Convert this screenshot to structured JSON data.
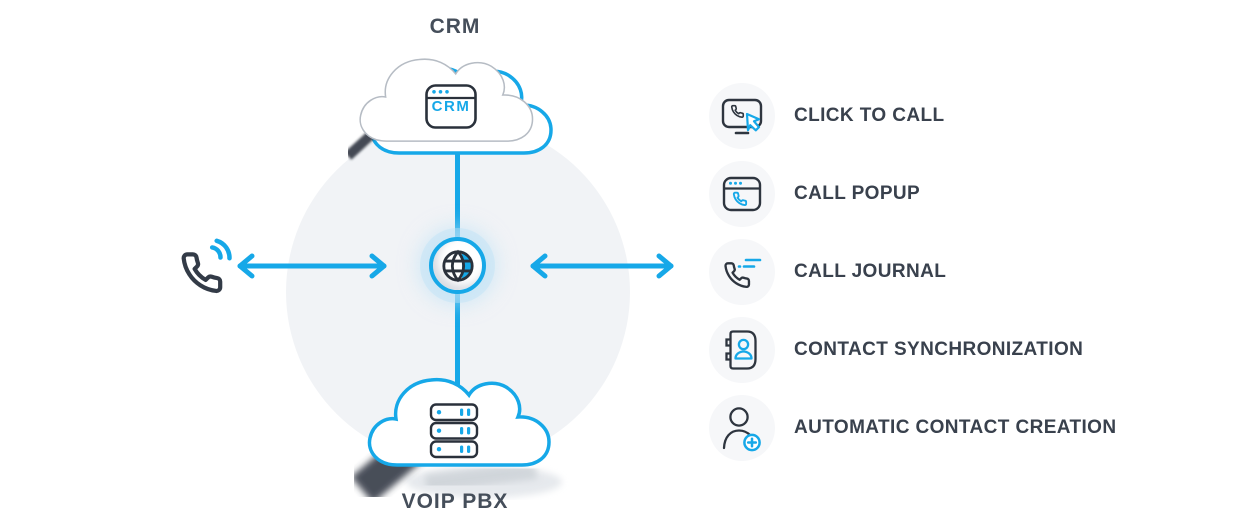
{
  "colors": {
    "blue": "#16a8e8",
    "dark": "#39414d",
    "backdrop_circle": "#f1f3f6",
    "feature_circle_bg": "#f6f7f9"
  },
  "diagram": {
    "top_label": "CRM",
    "crm_browser_text": "CRM",
    "bottom_label": "VOIP PBX",
    "icons": [
      "phone-handset-icon",
      "signal-waves-icon",
      "globe-icon",
      "crm-browser-icon",
      "server-stack-icon",
      "cloud-crm",
      "cloud-voip",
      "left-double-arrow",
      "right-double-arrow"
    ]
  },
  "features": [
    {
      "label": "CLICK TO CALL",
      "icon": "click-to-call-icon"
    },
    {
      "label": "CALL POPUP",
      "icon": "call-popup-icon"
    },
    {
      "label": "CALL JOURNAL",
      "icon": "call-journal-icon"
    },
    {
      "label": "CONTACT SYNCHRONIZATION",
      "icon": "contact-sync-icon"
    },
    {
      "label": "AUTOMATIC CONTACT CREATION",
      "icon": "auto-contact-creation-icon"
    }
  ]
}
